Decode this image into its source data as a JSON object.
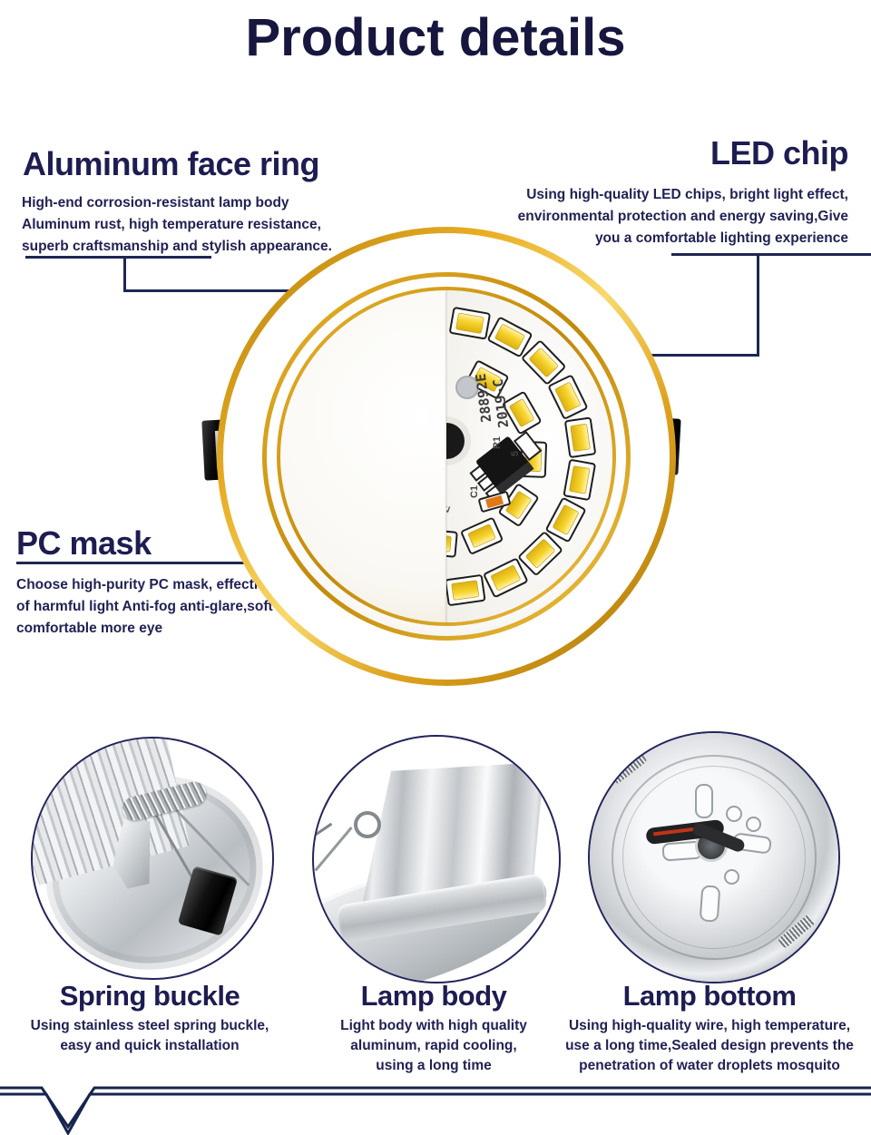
{
  "title": "Product details",
  "colors": {
    "heading_navy": "#1d1d52",
    "title_navy": "#16163f",
    "callout_line": "#1d2752",
    "gold_ring": "#d99b16",
    "led_yellow": "#f5d02f"
  },
  "sections": {
    "aluminum_face_ring": {
      "heading": "Aluminum face ring",
      "body": "High-end corrosion-resistant lamp body\nAluminum rust, high temperature resistance,\nsuperb craftsmanship and stylish appearance."
    },
    "led_chip": {
      "heading": "LED chip",
      "body": "Using high-quality LED chips, bright light effect,\nenvironmental protection and energy saving,Give\nyou a comfortable lighting experience"
    },
    "pc_mask": {
      "heading": "PC mask",
      "body": "Choose high-purity PC mask, effective filltering\nof harmful light Anti-fog anti-glare,soft and\ncomfortable more eye"
    }
  },
  "pcb": {
    "marking_line1": "28892E",
    "marking_line2": "2019-C",
    "ref_r1": "R1",
    "ref_c1": "C1",
    "ref_5": "5",
    "ref_edge": "E"
  },
  "features": [
    {
      "heading": "Spring buckle",
      "body": "Using stainless steel spring buckle,\neasy and quick installation"
    },
    {
      "heading": "Lamp body",
      "body": "Light body with high quality\naluminum, rapid cooling,\nusing a long time"
    },
    {
      "heading": "Lamp bottom",
      "body": "Using high-quality wire, high temperature,\nuse a long time,Sealed design prevents the\npenetration of water droplets mosquito"
    }
  ]
}
